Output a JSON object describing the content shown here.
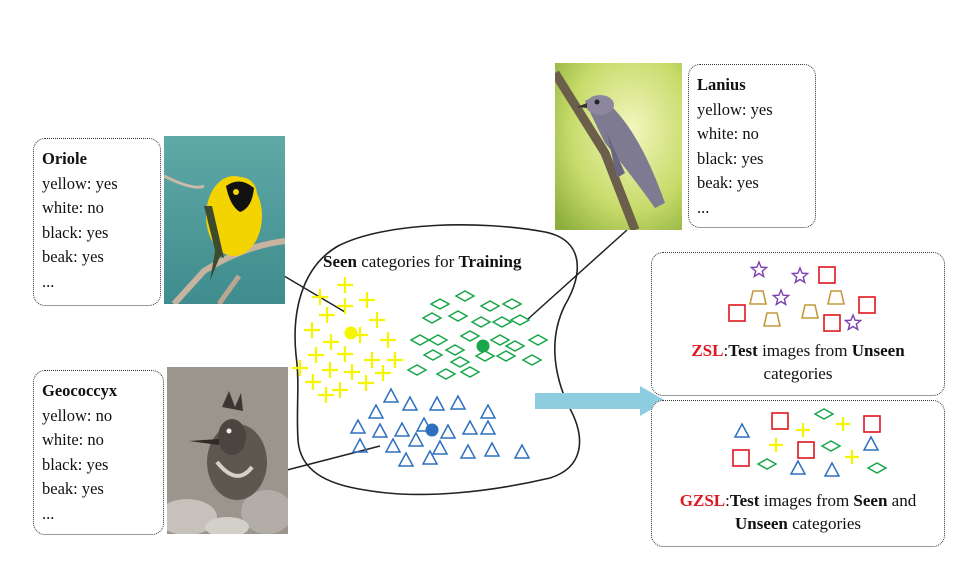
{
  "birds": [
    {
      "name": "Oriole",
      "attrs": [
        "yellow: yes",
        "white: no",
        "black: yes",
        "beak: yes",
        "..."
      ]
    },
    {
      "name": "Geococcyx",
      "attrs": [
        "yellow: no",
        "white: no",
        "black: yes",
        "beak: yes",
        "..."
      ]
    },
    {
      "name": "Lanius",
      "attrs": [
        "yellow: yes",
        "white: no",
        "black: yes",
        "beak: yes",
        "..."
      ]
    }
  ],
  "training": {
    "seen": "Seen",
    "middle": " categories for ",
    "training": "Training"
  },
  "zsl": {
    "prefix": "ZSL",
    "sep": ":",
    "test": "Test",
    "middle": " images from ",
    "unseen": "Unseen",
    "tail": "categories"
  },
  "gzsl": {
    "prefix": "GZSL",
    "sep": ":",
    "test": "Test",
    "middle": " images from ",
    "seen": "Seen",
    "and": " and",
    "unseen": "Unseen",
    "tail": " categories"
  },
  "colors": {
    "yellow_class": "#f5f500",
    "green_class": "#1aa64a",
    "blue_class": "#2e6fc0",
    "red_class": "#e0161e",
    "purple_class": "#7b3fb0",
    "tan_class": "#c39a3a",
    "arrow": "#8ecde0",
    "zsl_label": "#e0161e"
  }
}
